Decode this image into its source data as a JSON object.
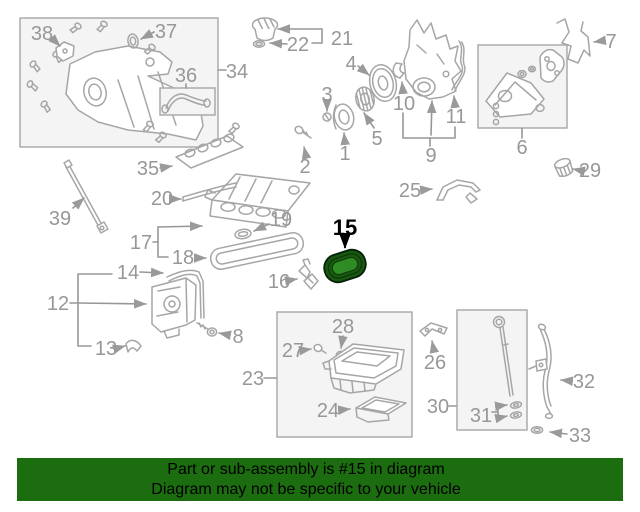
{
  "colors": {
    "bg": "#ffffff",
    "line": "#a6a6a6",
    "label": "#979797",
    "boxfill": "#f4f4f4",
    "banner_bg": "#1c6c10",
    "banner_text": "#000000",
    "hl_dark": "#1a5711",
    "hl_mid": "#0a3a06",
    "hl_fill": "#2f8b24",
    "hl_outline": "#04210a"
  },
  "banner": {
    "line1": "Part or sub-assembly is #15 in diagram",
    "line2": "Diagram may not be specific to your vehicle"
  },
  "highlighted_part": {
    "number": "15"
  },
  "callouts": {
    "n1": "1",
    "n2": "2",
    "n3": "3",
    "n4": "4",
    "n5": "5",
    "n6": "6",
    "n7": "7",
    "n8": "8",
    "n9": "9",
    "n10": "10",
    "n11": "11",
    "n12": "12",
    "n13": "13",
    "n14": "14",
    "n15": "15",
    "n16": "16",
    "n17": "17",
    "n18": "18",
    "n19": "19",
    "n20": "20",
    "n21": "21",
    "n22": "22",
    "n23": "23",
    "n24": "24",
    "n25": "25",
    "n26": "26",
    "n27": "27",
    "n28": "28",
    "n29": "29",
    "n30": "30",
    "n31": "31",
    "n32": "32",
    "n33": "33",
    "n34": "34",
    "n35": "35",
    "n36": "36",
    "n37": "37",
    "n38": "38",
    "n39": "39"
  }
}
